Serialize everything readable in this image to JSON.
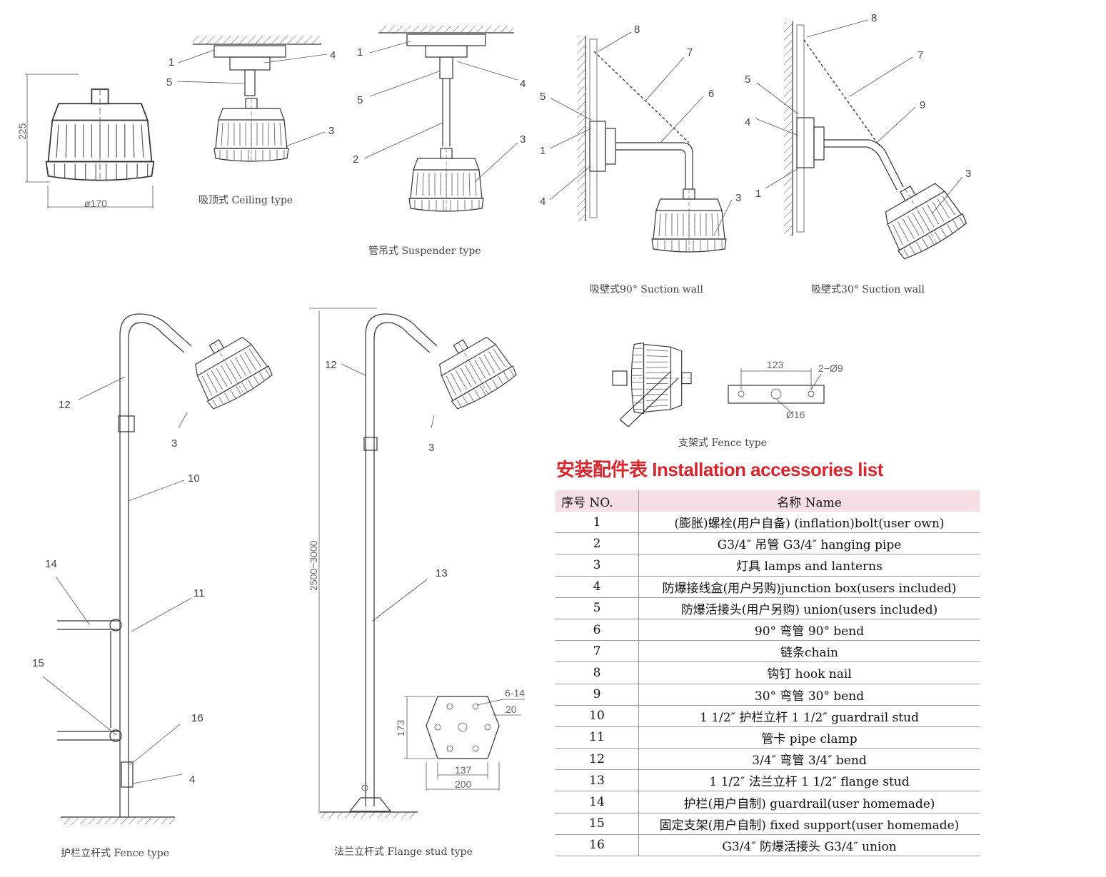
{
  "diagrams": {
    "dimensions": {
      "height": "225",
      "diameter": "ø170",
      "pole_height": "2500~3000",
      "bracket_hole_spacing": "123",
      "bracket_holes": "2−Ø9",
      "bracket_center_hole": "Ø16",
      "flange_holes": "6-14",
      "flange_thickness": "20",
      "flange_height": "173",
      "flange_hole_pitch": "137",
      "flange_width": "200"
    },
    "captions": {
      "ceiling": "吸顶式 Ceiling type",
      "suspender": "管吊式 Suspender type",
      "wall90": "吸壁式90°   Suction wall",
      "wall30": "吸壁式30°   Suction wall",
      "fence_bracket": "支架式 Fence type",
      "fence_pole": "护栏立杆式  Fence type",
      "flange_pole": "法兰立杆式  Flange stud type"
    },
    "callouts": [
      "1",
      "2",
      "3",
      "4",
      "5",
      "6",
      "7",
      "8",
      "9",
      "10",
      "11",
      "12",
      "13",
      "14",
      "15",
      "16"
    ]
  },
  "accessories": {
    "title": "安装配件表 Installation accessories list",
    "header": {
      "no": "序号 NO.",
      "name": "名称 Name"
    },
    "rows": [
      {
        "no": "1",
        "name": "(膨胀)螺栓(用户自备) (inflation)bolt(user own)"
      },
      {
        "no": "2",
        "name": "G3/4″  吊管  G3/4″  hanging pipe"
      },
      {
        "no": "3",
        "name": "灯具  lamps and lanterns"
      },
      {
        "no": "4",
        "name": "防爆接线盒(用户另购)junction box(users included)"
      },
      {
        "no": "5",
        "name": "防爆活接头(用户另购) union(users included)"
      },
      {
        "no": "6",
        "name": "90°  弯管  90°  bend"
      },
      {
        "no": "7",
        "name": "链条chain"
      },
      {
        "no": "8",
        "name": "钩钉  hook nail"
      },
      {
        "no": "9",
        "name": "30°  弯管  30°  bend"
      },
      {
        "no": "10",
        "name": "1 1/2″  护栏立杆  1 1/2″  guardrail stud"
      },
      {
        "no": "11",
        "name": "管卡  pipe clamp"
      },
      {
        "no": "12",
        "name": "3/4″  弯管  3/4″  bend"
      },
      {
        "no": "13",
        "name": "1 1/2″  法兰立杆  1 1/2″  flange stud"
      },
      {
        "no": "14",
        "name": "护栏(用户自制)  guardrail(user homemade)"
      },
      {
        "no": "15",
        "name": "固定支架(用户自制) fixed support(user homemade)"
      },
      {
        "no": "16",
        "name": "G3/4″  防爆活接头  G3/4″  union"
      }
    ]
  }
}
